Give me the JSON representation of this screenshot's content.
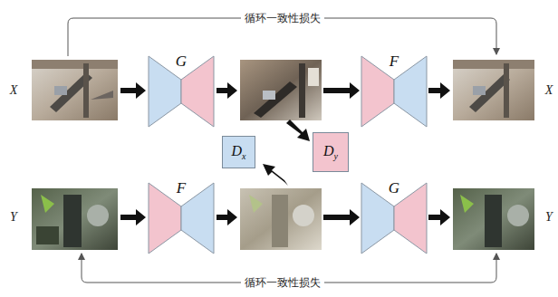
{
  "diagram": {
    "nodes": [
      {
        "text": [
          "G"
        ]
      },
      {
        "text": [
          "F"
        ]
      },
      {
        "text": [
          "Dx"
        ]
      },
      {
        "text": [
          "Dy"
        ]
      },
      {
        "text": [
          "F"
        ]
      },
      {
        "text": [
          "G"
        ]
      }
    ],
    "labels": [
      "循环一致性损失",
      "X",
      "X",
      "Y",
      "Y",
      "循环一致性损失"
    ]
  }
}
